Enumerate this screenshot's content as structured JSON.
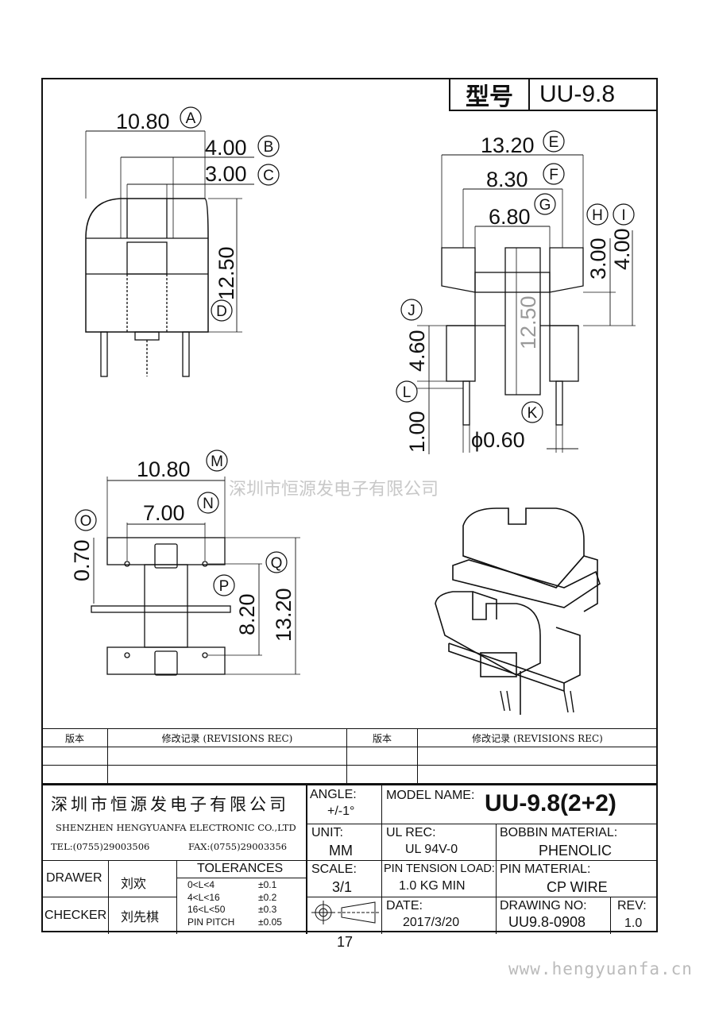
{
  "header": {
    "model_key": "型号",
    "model_value": "UU-9.8"
  },
  "dims": {
    "A": "10.80",
    "B": "4.00",
    "C": "3.00",
    "D": "12.50",
    "E": "13.20",
    "F": "8.30",
    "G": "6.80",
    "H": "3.00",
    "I": "4.00",
    "J": "4.60",
    "K": "12.50",
    "L": "1.00",
    "K2": "ϕ0.60",
    "M": "10.80",
    "N": "7.00",
    "O": "0.70",
    "P": "8.20",
    "Q": "13.20"
  },
  "labels": {
    "A": "A",
    "B": "B",
    "C": "C",
    "D": "D",
    "E": "E",
    "F": "F",
    "G": "G",
    "H": "H",
    "I": "I",
    "J": "J",
    "K": "K",
    "L": "L",
    "M": "M",
    "N": "N",
    "O": "O",
    "P": "P",
    "Q": "Q"
  },
  "watermark": "深圳市恒源发电子有限公司",
  "revisions": {
    "col_version": "版本",
    "col_record": "修改记录 (REVISIONS REC)"
  },
  "title_block": {
    "company_cn": "深圳市恒源发电子有限公司",
    "company_en": "SHENZHEN HENGYUANFA ELECTRONIC CO.,LTD",
    "tel": "TEL:(0755)29003506",
    "fax": "FAX:(0755)29003356",
    "drawer_label": "DRAWER",
    "drawer_name": "刘欢",
    "checker_label": "CHECKER",
    "checker_name": "刘先棋",
    "tolerances_title": "TOLERANCES",
    "tol_rows": [
      [
        "0<L<4",
        "±0.1"
      ],
      [
        "4<L<16",
        "±0.2"
      ],
      [
        "16<L<50",
        "±0.3"
      ],
      [
        "PIN PITCH",
        "±0.05"
      ]
    ],
    "angle_label": "ANGLE:",
    "angle_value": "+/-1°",
    "unit_label": "UNIT:",
    "unit_value": "MM",
    "scale_label": "SCALE:",
    "scale_value": "3/1",
    "model_name_label": "MODEL NAME:",
    "model_name_value": "UU-9.8(2+2)",
    "ul_label": "UL REC:",
    "ul_value": "UL 94V-0",
    "bobbin_label": "BOBBIN MATERIAL:",
    "bobbin_value": "PHENOLIC",
    "pin_tension_label": "PIN TENSION LOAD:",
    "pin_tension_value": "1.0 KG MIN",
    "pin_material_label": "PIN MATERIAL:",
    "pin_material_value": "CP WIRE",
    "date_label": "DATE:",
    "date_value": "2017/3/20",
    "drawing_no_label": "DRAWING NO:",
    "drawing_no_value": "UU9.8-0908",
    "rev_label": "REV:",
    "rev_value": "1.0"
  },
  "page_number": "17",
  "website": "www.hengyuanfa.cn"
}
